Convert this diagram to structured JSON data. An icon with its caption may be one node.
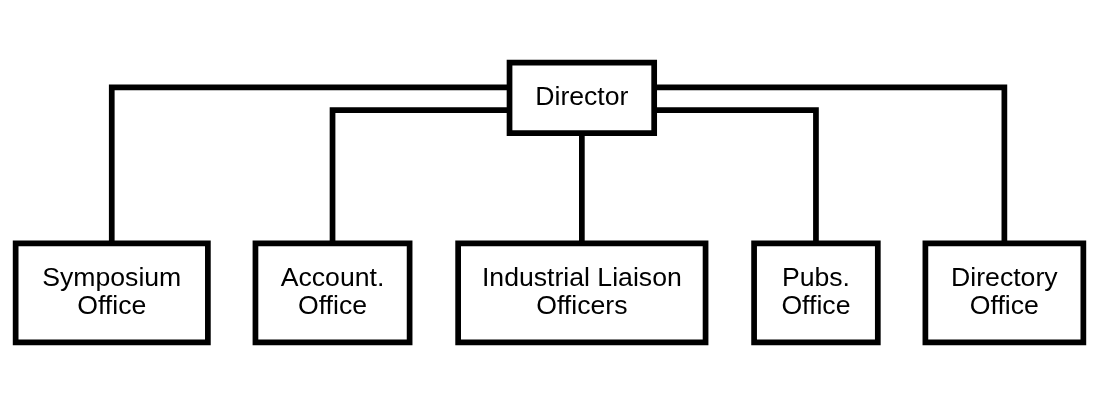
{
  "diagram": {
    "nodes": [
      {
        "text": [
          "Director"
        ]
      },
      {
        "text": [
          "Symposium Office"
        ]
      },
      {
        "text": [
          "Account. Office"
        ]
      },
      {
        "text": [
          "Industrial Liaison Officers"
        ]
      },
      {
        "text": [
          "Pubs. Office"
        ]
      },
      {
        "text": [
          "Directory Office"
        ]
      }
    ],
    "edges": [
      {
        "from": 0,
        "to": 1,
        "arrow": "none"
      },
      {
        "from": 0,
        "to": 2,
        "arrow": "none"
      },
      {
        "from": 0,
        "to": 3,
        "arrow": "none"
      },
      {
        "from": 0,
        "to": 4,
        "arrow": "none"
      },
      {
        "from": 0,
        "to": 5,
        "arrow": "none"
      }
    ]
  }
}
